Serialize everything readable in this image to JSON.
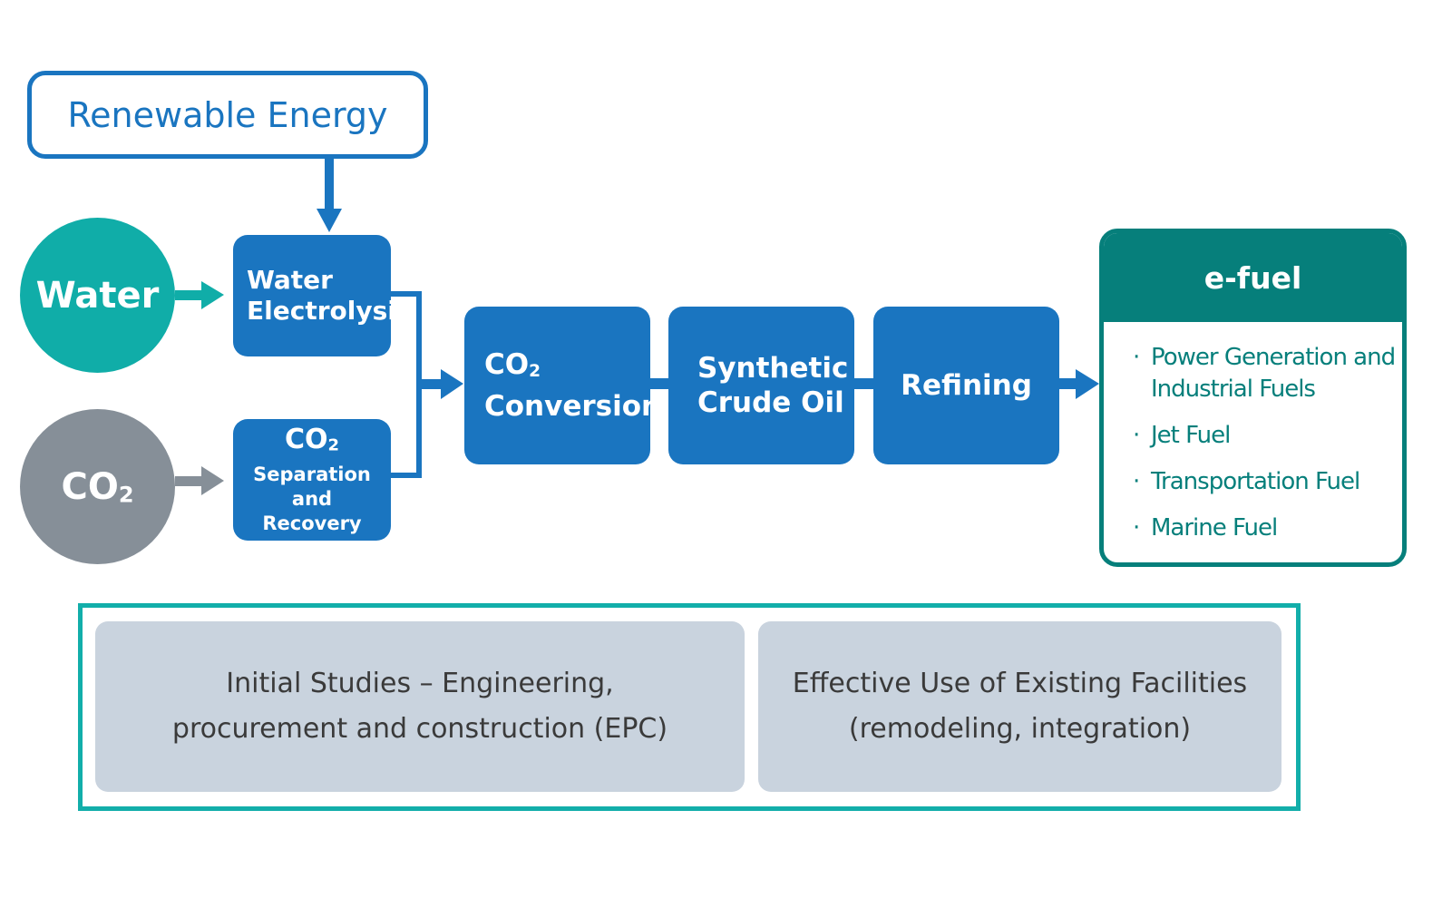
{
  "renewable_energy": "Renewable Energy",
  "inputs": {
    "water": "Water",
    "co2_prefix": "CO",
    "co2_subscript": "2"
  },
  "processes": {
    "water_electrolysis": [
      "Water",
      "Electrolysis"
    ],
    "co2_separation": {
      "prefix": "CO",
      "subscript": "2",
      "lines": [
        "Separation and",
        "Recovery"
      ]
    },
    "co2_conversion": {
      "prefix": "CO",
      "subscript": "2",
      "line2": "Conversion"
    },
    "synthetic_crude_oil": [
      "Synthetic",
      "Crude Oil"
    ],
    "refining": "Refining"
  },
  "efuel": {
    "title": "e-fuel",
    "items": [
      [
        "Power Generation and",
        "Industrial Fuels"
      ],
      [
        "Jet Fuel"
      ],
      [
        "Transportation Fuel"
      ],
      [
        "Marine Fuel"
      ]
    ]
  },
  "services": [
    [
      "Initial Studies – Engineering,",
      "procurement and construction (EPC)"
    ],
    [
      "Effective Use of Existing Facilities",
      "(remodeling, integration)"
    ]
  ],
  "colors": {
    "process_blue": "#1a75c0",
    "water_teal": "#10ada8",
    "co2_gray": "#868f98",
    "efuel_green": "#067f7b",
    "frame_teal": "#12aeaa",
    "panel_gray": "#c9d3de"
  }
}
